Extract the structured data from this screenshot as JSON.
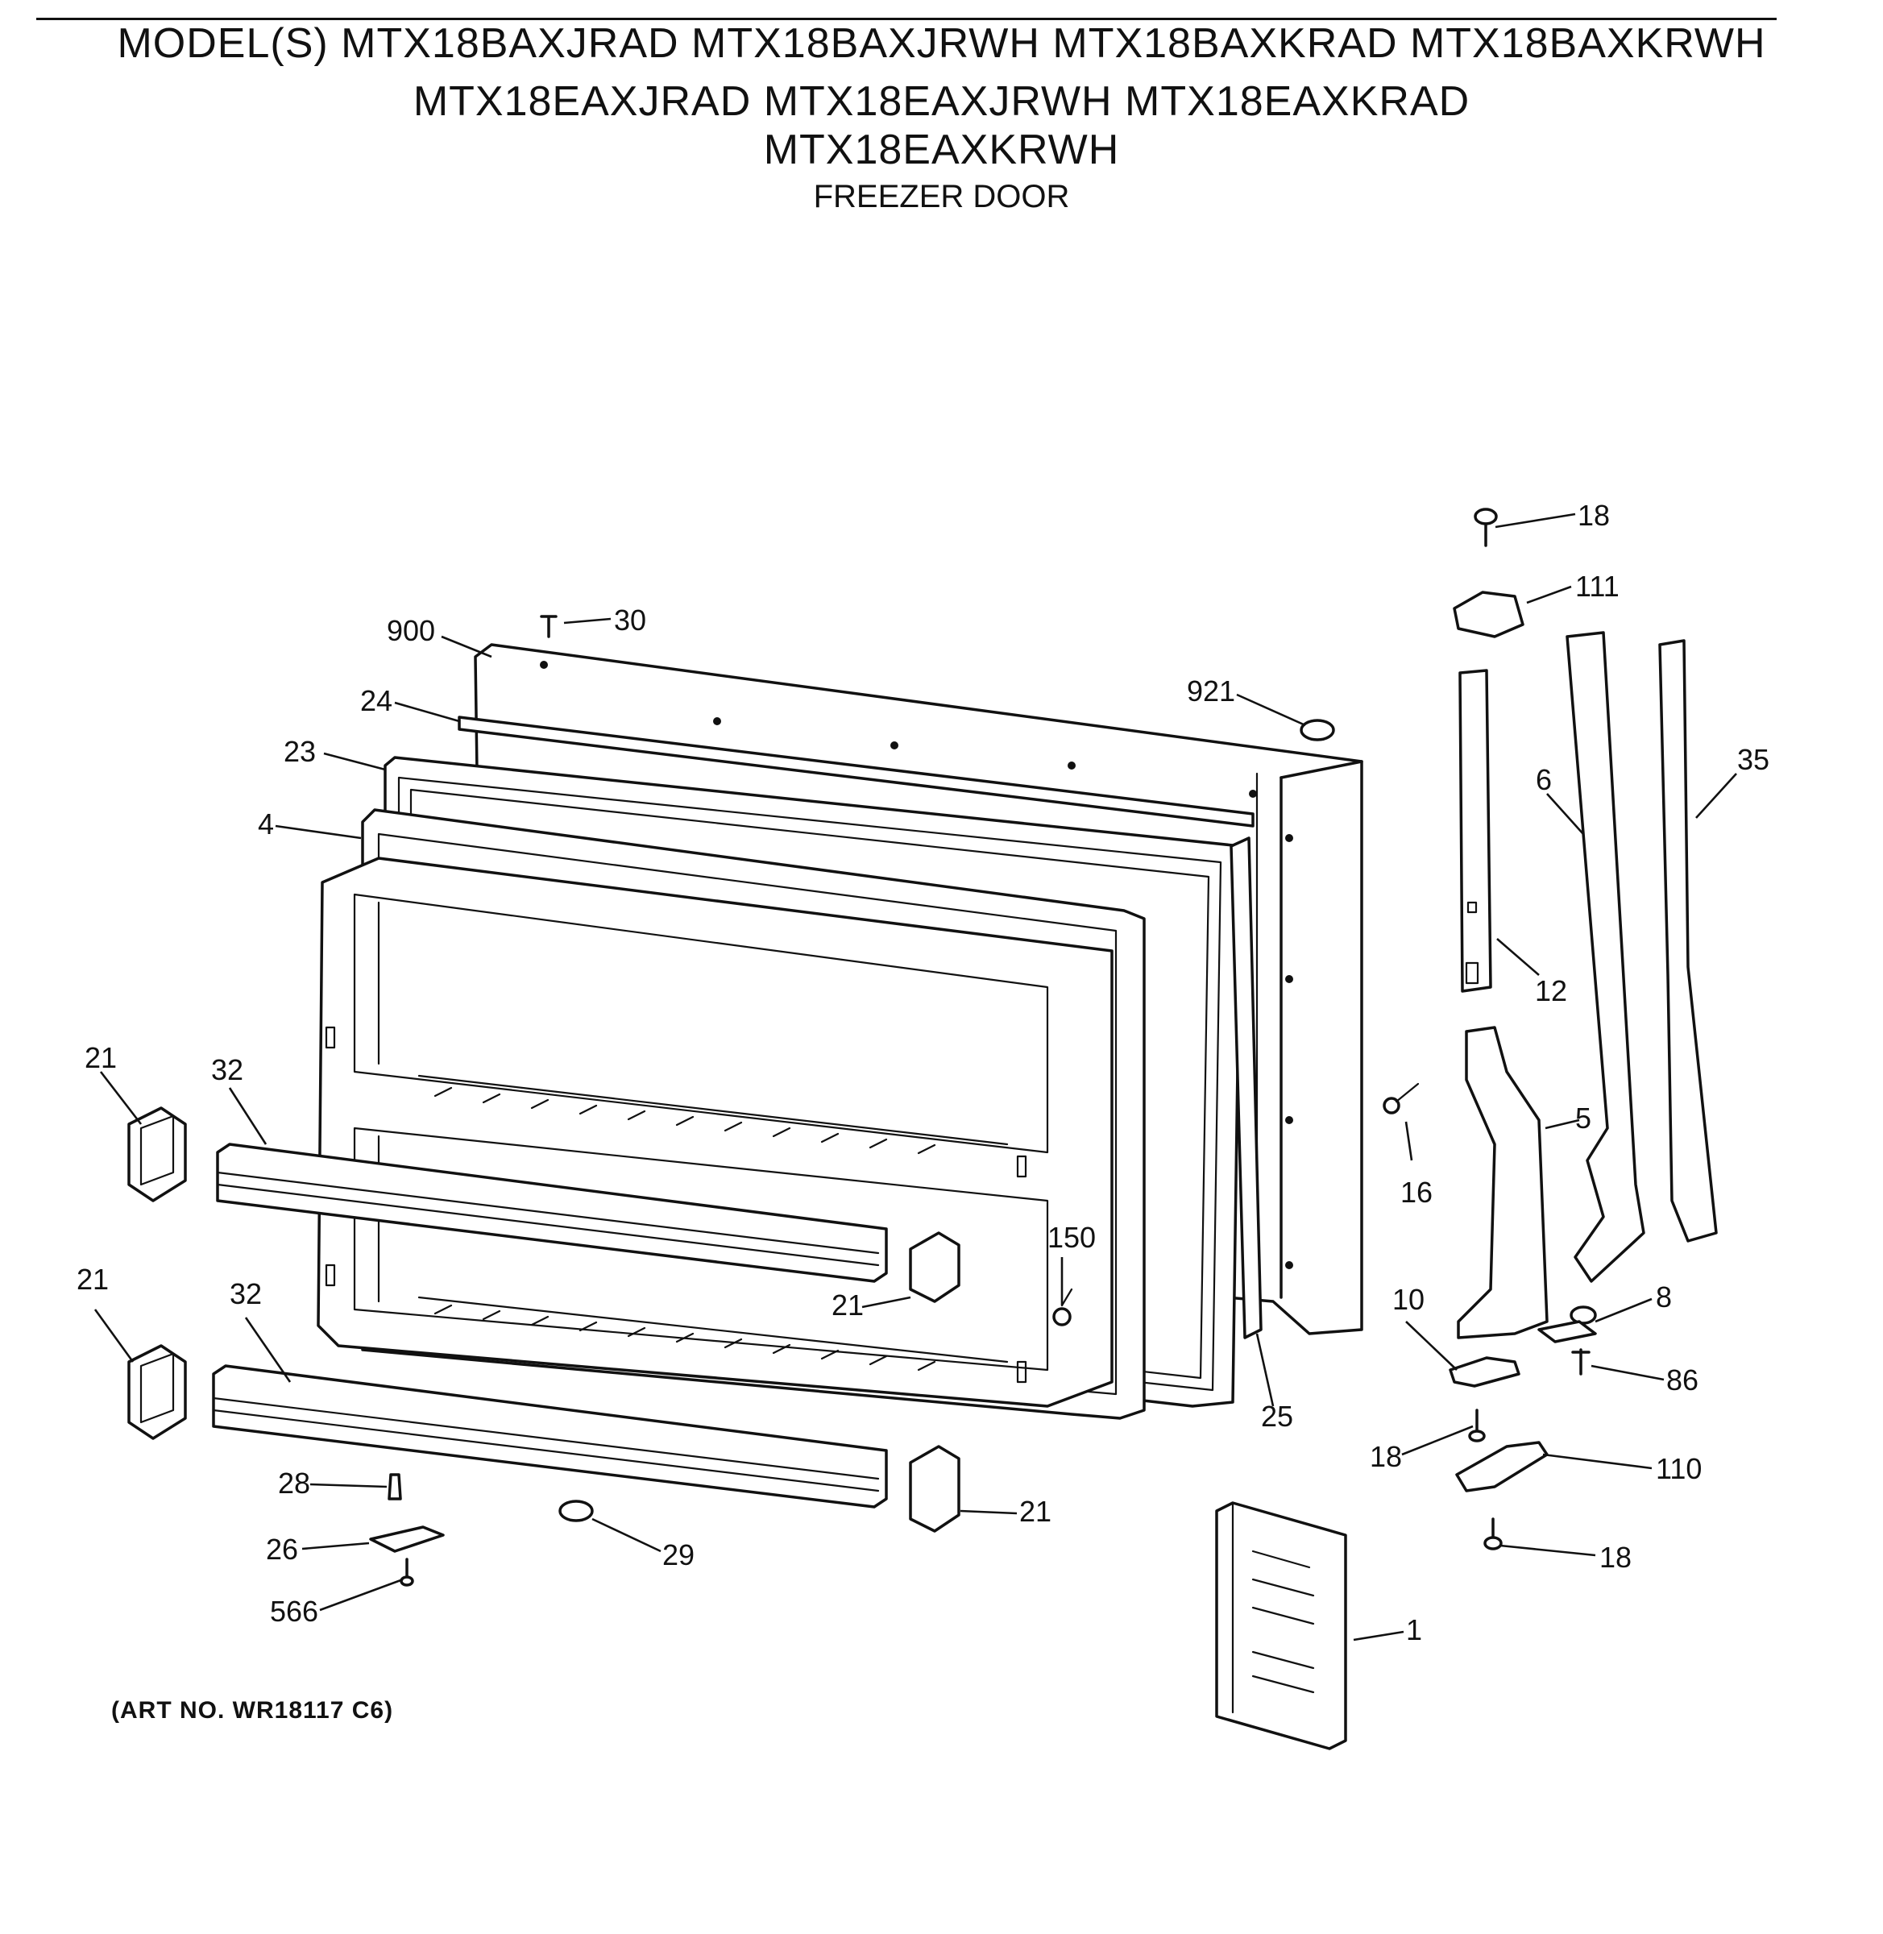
{
  "header": {
    "model_line_1": "MODEL(S) MTX18BAXJRAD  MTX18BAXJRWH  MTX18BAXKRAD  MTX18BAXKRWH",
    "model_line_2": "MTX18EAXJRAD  MTX18EAXJRWH  MTX18EAXKRAD",
    "model_line_3": "MTX18EAXKRWH",
    "subtitle": "FREEZER DOOR"
  },
  "art_number": "(ART NO. WR18117 C6)",
  "callouts": {
    "c18a": "18",
    "c111": "111",
    "c30": "30",
    "c900": "900",
    "c921": "921",
    "c24": "24",
    "c23": "23",
    "c6": "6",
    "c35": "35",
    "c4": "4",
    "c12": "12",
    "c21a": "21",
    "c32a": "32",
    "c16": "16",
    "c5": "5",
    "c150": "150",
    "c21b": "21",
    "c10": "10",
    "c8": "8",
    "c21c": "21",
    "c32b": "32",
    "c86": "86",
    "c25": "25",
    "c18b": "18",
    "c110": "110",
    "c28": "28",
    "c21d": "21",
    "c26": "26",
    "c29": "29",
    "c18c": "18",
    "c566": "566",
    "c1": "1"
  }
}
